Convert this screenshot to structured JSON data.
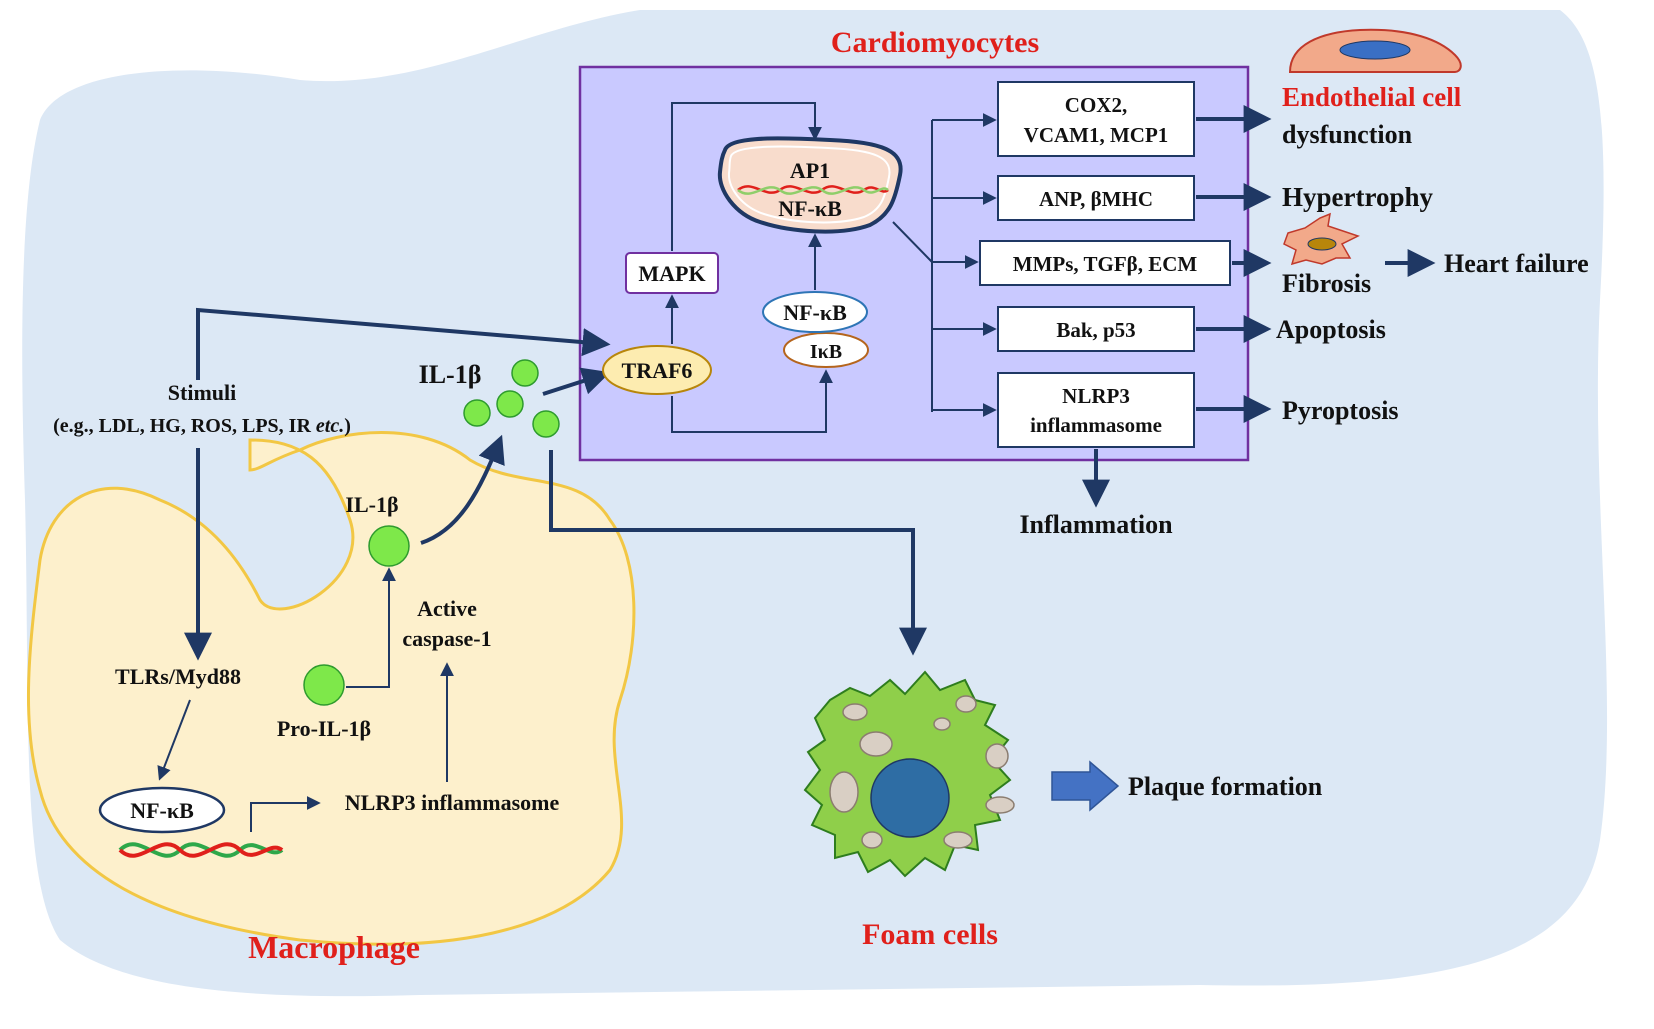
{
  "labels": {
    "cardiomyocytes": "Cardiomyocytes",
    "macrophage": "Macrophage",
    "foam_cells": "Foam cells",
    "stimuli_title": "Stimuli",
    "stimuli_examples_pre": "(e.g., LDL, HG, ROS, LPS, IR ",
    "stimuli_examples_etc": "etc.",
    "stimuli_examples_post": ")",
    "il1b_top": "IL-1β",
    "il1b_inner": "IL-1β",
    "pro_il1b": "Pro-IL-1β",
    "active_caspase_line1": "Active",
    "active_caspase_line2": "caspase-1",
    "tlrs_myd88": "TLRs/Myd88",
    "nfkb_macrophage": "NF-κB",
    "nlrp3_macrophage": "NLRP3 inflammasome",
    "traf6": "TRAF6",
    "mapk": "MAPK",
    "nfkb_cardio": "NF-κB",
    "ikb": "IκB",
    "ap1": "AP1",
    "nfkb_nucleus": "NF-κB",
    "inflammation": "Inflammation",
    "plaque_formation": "Plaque formation",
    "heart_failure": "Heart failure"
  },
  "target_boxes": [
    {
      "line1": "COX2,",
      "line2": "VCAM1, MCP1"
    },
    {
      "line1": "ANP, βMHC",
      "line2": ""
    },
    {
      "line1": "MMPs, TGFβ, ECM",
      "line2": ""
    },
    {
      "line1": "Bak, p53",
      "line2": ""
    },
    {
      "line1": "NLRP3",
      "line2": "inflammasome"
    }
  ],
  "outcomes": {
    "endothelial_red": "Endothelial cell",
    "endothelial_black": "dysfunction",
    "hypertrophy": "Hypertrophy",
    "fibrosis": "Fibrosis",
    "apoptosis": "Apoptosis",
    "pyroptosis": "Pyroptosis"
  },
  "colors": {
    "background_blob": "#dce8f5",
    "macrophage_fill": "#fdf0cc",
    "macrophage_stroke": "#f2c744",
    "cardio_box_fill": "#c9c9ff",
    "cardio_box_stroke": "#7030a0",
    "arrow": "#1f3864",
    "il1b_circle": "#7ee84a",
    "foam_cell": "#8fcf4a",
    "nucleus_fill": "#f8dccc",
    "title_red": "#e0201b"
  }
}
